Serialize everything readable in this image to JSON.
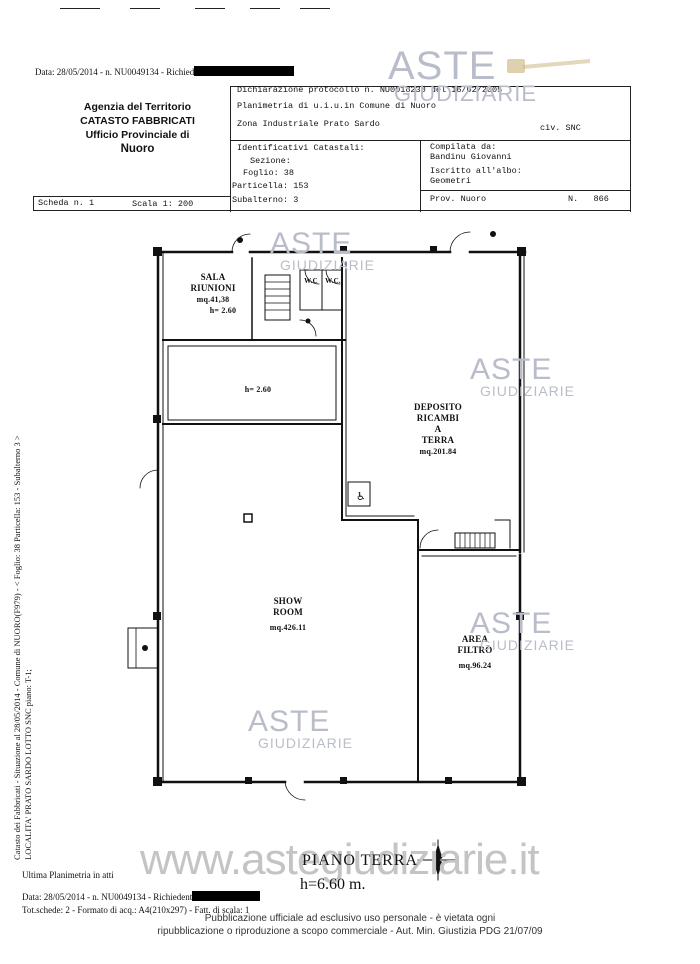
{
  "header": {
    "top_line_prefix": "Data: 28/05/2014 - n. NU0049134 - Richied",
    "agency": "Agenzia del Territorio",
    "catasto": "CATASTO FABBRICATI",
    "office": "Ufficio Provinciale di",
    "city": "Nuoro",
    "protocol": "Dichiarazione protocollo n. NU0018230 del 16/02/2005",
    "planimetria": "Planimetria di u.i.u.in Comune di Nuoro",
    "zona": "Zona Industriale Prato Sardo",
    "civ": "civ. SNC",
    "identificativi": "Identificativi Catastali:",
    "sezione": "Sezione:",
    "foglio": "Foglio: 38",
    "particella": "Particella: 153",
    "subalterno": "Subalterno: 3",
    "compilata": "Compilata da:",
    "compilatore": "Bandinu Giovanni",
    "iscritto": "Iscritto all'albo:",
    "albo": "Geometri",
    "prov": "Prov. Nuoro",
    "numero": "N.   866",
    "scheda": "Scheda n. 1",
    "scala": "Scala 1: 200"
  },
  "rooms": {
    "sala_1": "SALA",
    "sala_2": "RIUNIONI",
    "sala_area": "mq.41,38",
    "sala_h": "h= 2.60",
    "wc1": "W.C",
    "wc2": "W.C.",
    "middle_h": "h= 2.60",
    "deposito_1": "DEPOSITO",
    "deposito_2": "RICAMBI",
    "deposito_3": "A",
    "deposito_4": "TERRA",
    "deposito_area": "mq.201.84",
    "show_1": "SHOW",
    "show_2": "ROOM",
    "show_area": "mq.426.11",
    "area_1": "AREA",
    "area_2": "FILTRO",
    "area_area": "mq.96.24"
  },
  "side_text": {
    "line1": "Catasto dei Fabbricati - Situazione al 28/05/2014 - Comune di NUORO(F979) - < Foglio: 38 Particella: 153 - Subalterno 3 >",
    "line2": "LOCALITA' PRATO SARDO LOTTO SNC piano: T-1;"
  },
  "footer": {
    "ultima": "Ultima Planimetria in atti",
    "website": "www.astegiudiziarie.it",
    "piano": "PIANO TERRA",
    "altezza": "h=6.60 m.",
    "data_line_prefix": "Data: 28/05/2014 - n. NU0049134 - Richiedent",
    "tot_line": "Tot.schede: 2 - Formato di acq.: A4(210x297) - Fatt. di scala: 1",
    "notice_1": "Pubblicazione ufficiale ad esclusivo uso personale - è vietata ogni",
    "notice_2": "ripubblicazione o riproduzione a scopo commerciale - Aut. Min. Giustizia PDG 21/07/09"
  },
  "watermark": {
    "aste": "ASTE",
    "giudiziarie": "GIUDIZIARIE"
  },
  "colors": {
    "ink": "#111111",
    "watermark": "#b9bdc9"
  }
}
